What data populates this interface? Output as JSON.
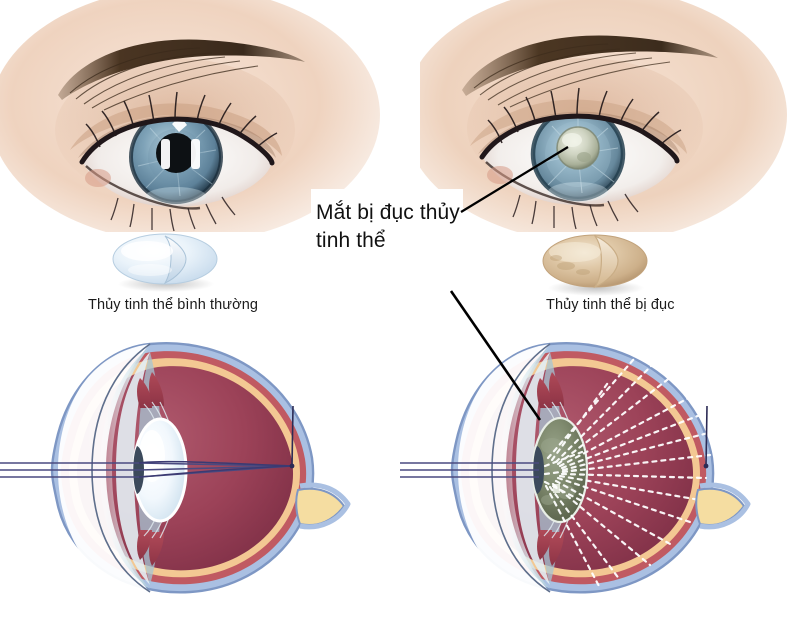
{
  "figure": {
    "language": "vi",
    "title_text": "Mắt bị đục thủy tinh thể",
    "subject": "cataract-comparison"
  },
  "callout": {
    "label": "Mắt bị đục thủy tinh thể",
    "line1": "Mắt bị đục thủy",
    "line2": "tinh thể"
  },
  "captions": {
    "normal_lens": "Thủy tinh thể bình thường",
    "cataract_lens": "Thủy tinh thể bị đục"
  },
  "panels": {
    "left": {
      "photo_name": "healthy-eye-photo",
      "lens_name": "normal-lens-illustration",
      "diagram_name": "normal-eye-cross-section",
      "iris_color": "#7f9fb2",
      "pupil_color": "#101418"
    },
    "right": {
      "photo_name": "cataract-eye-photo",
      "lens_name": "cataract-lens-illustration",
      "diagram_name": "cataract-eye-cross-section",
      "iris_color": "#8fb0c0",
      "pupil_color": "#c8cdbd"
    }
  },
  "colors": {
    "skin_light": "#f5dfd0",
    "skin_mid": "#e7c3ab",
    "skin_shadow": "#caa184",
    "brow_dark": "#4b3526",
    "lash_dark": "#23191a",
    "sclera_white": "#f4f2f0",
    "iris_blue": "#6f93a8",
    "iris_blue_light": "#a9c4d2",
    "pupil_black": "#0d1114",
    "cataract_opacity": "#cdd2c2",
    "lens_clear": "#dce9f2",
    "lens_clear_hi": "#ffffff",
    "lens_cloudy": "#ddc2a0",
    "lens_cloudy_dark": "#bb9a72",
    "eye_sclera_outline": "#8fa8cc",
    "eye_sclera_fill": "#aac0e2",
    "eye_choroid": "#c05a62",
    "eye_retina": "#f3c893",
    "eye_vitreous_dark": "#8e3a52",
    "eye_vitreous_light": "#b9586c",
    "eye_cornea": "#bcd6e0",
    "eye_aqueous": "#e8f1f5",
    "eye_optic_nerve": "#f5dda1",
    "eye_lens_normal": "#ffffff",
    "eye_lens_cataract": "#6f7a63",
    "ray_focused": "#3b3a72",
    "ray_scattered": "#ffffff",
    "leader_line": "#000000",
    "caption_text": "#1b1b1b"
  },
  "rays": {
    "incoming_count": 3,
    "focused_description": "three parallel rays converge to a single focal point on the retina",
    "scattered_description": "rays scatter into many dashed divergent beams across the retina"
  }
}
